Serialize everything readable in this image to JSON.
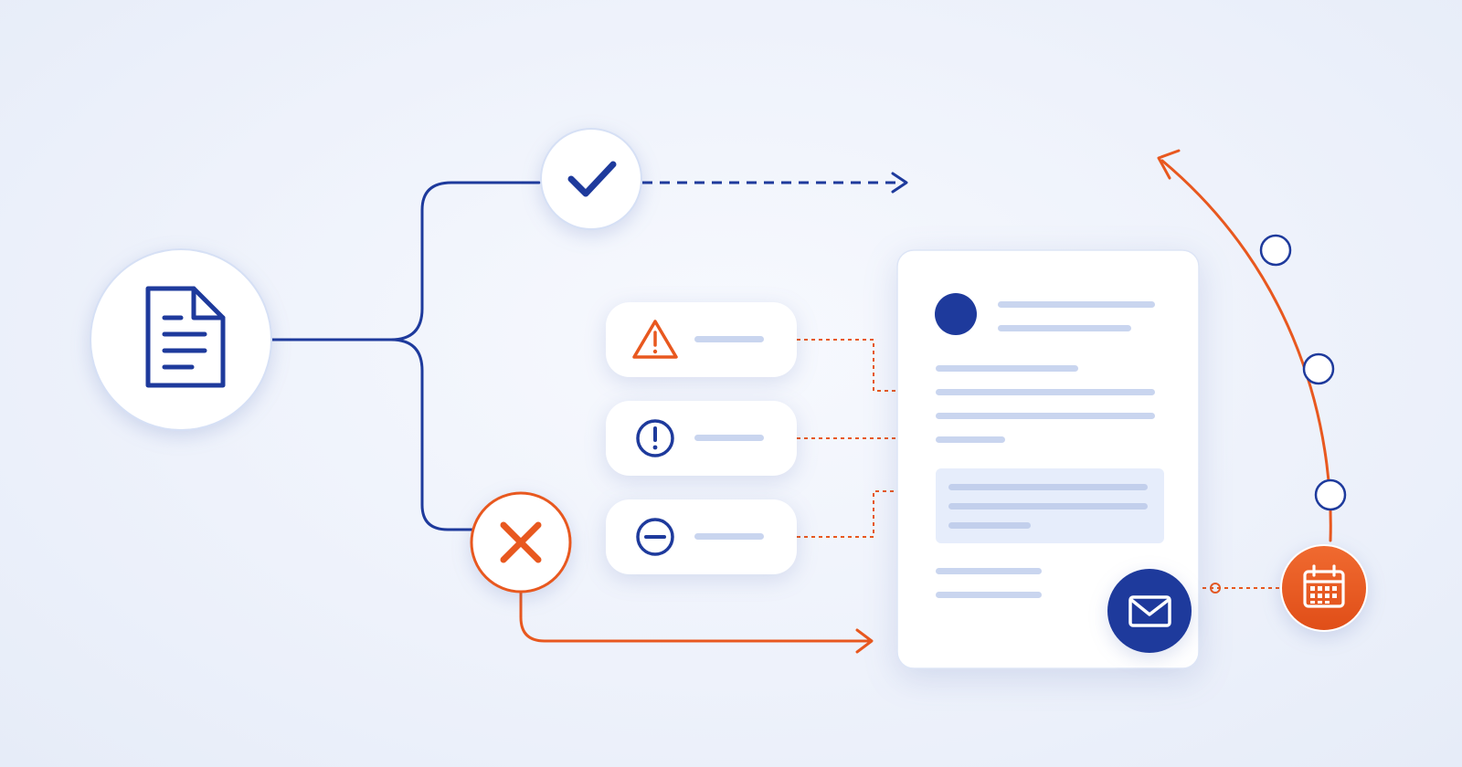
{
  "diagram": {
    "theme": {
      "background": "#eef2fb",
      "primary_blue": "#1e3a9c",
      "accent_orange": "#e8581f",
      "placeholder_line": "#c9d5ef",
      "node_fill": "#ffffff"
    },
    "source_node": {
      "icon": "document-icon"
    },
    "approved_branch": {
      "icon": "checkmark-icon",
      "connector": "dashed-arrow"
    },
    "rejected_branch": {
      "icon": "x-icon",
      "connector": "solid-arrow"
    },
    "issue_list": [
      {
        "icon": "warning-triangle-icon",
        "color": "#e8581f"
      },
      {
        "icon": "exclamation-circle-icon",
        "color": "#1e3a9c"
      },
      {
        "icon": "minus-circle-icon",
        "color": "#1e3a9c"
      }
    ],
    "document_card": {
      "avatar": "avatar-dot",
      "highlight_block": true,
      "action_icon": "envelope-icon"
    },
    "schedule_arc": {
      "icon": "calendar-icon",
      "step_markers": 3,
      "direction": "counter-clockwise"
    }
  }
}
